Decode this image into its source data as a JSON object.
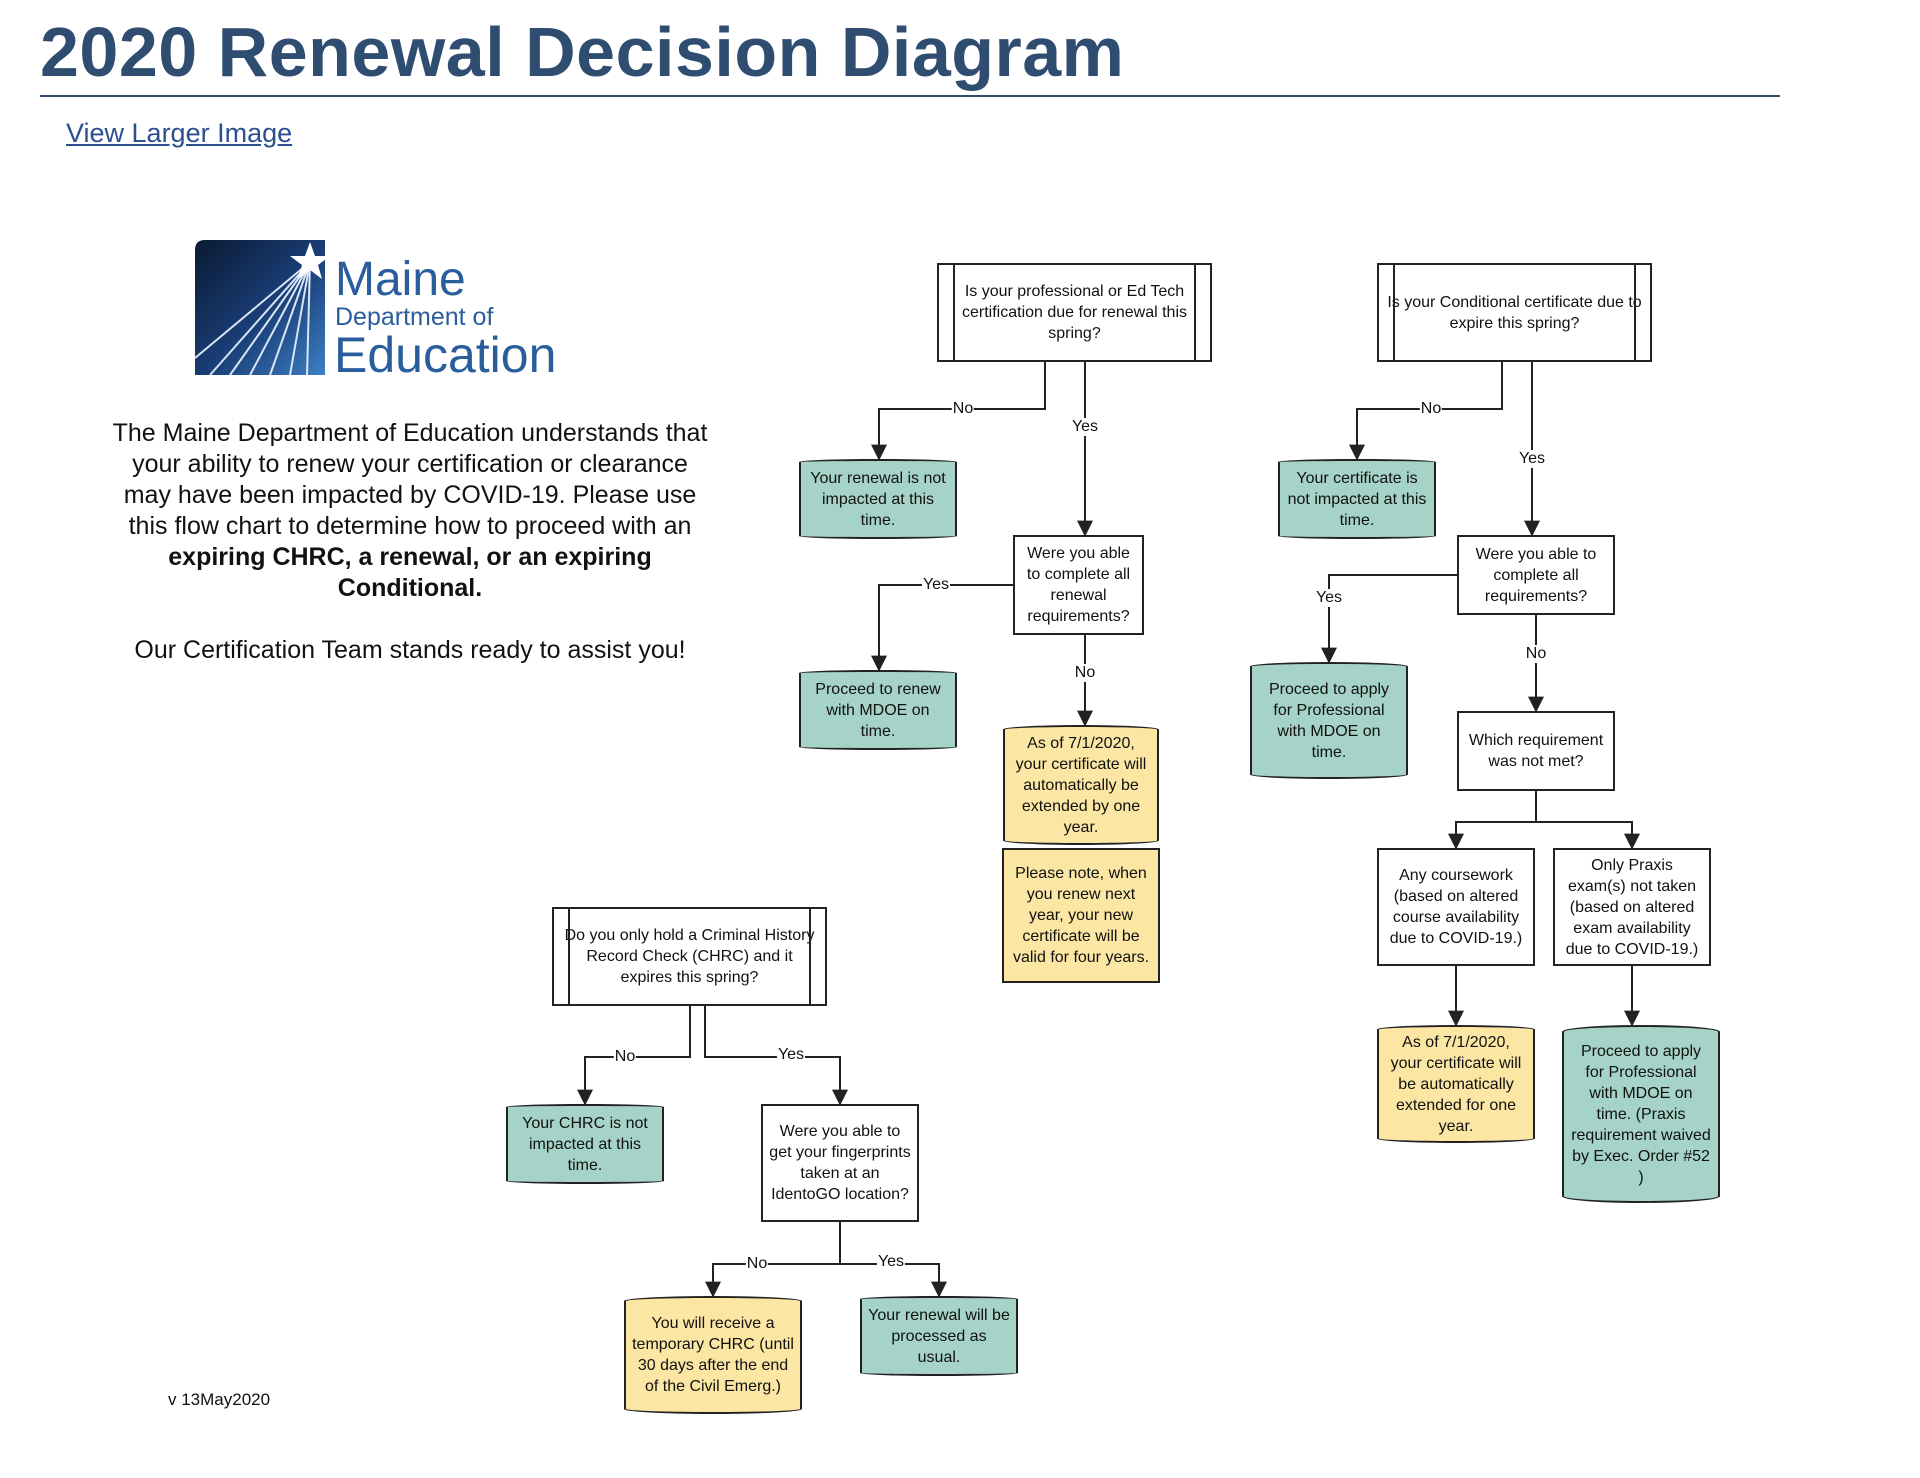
{
  "title": "2020 Renewal Decision Diagram",
  "link_label": "View Larger Image",
  "logo": {
    "line1": "Maine",
    "line2": "Department of",
    "line3": "Education"
  },
  "intro": {
    "p1": "The Maine Department of Education understands that your ability to renew your certification or clearance may have been impacted by COVID-19. Please use this flow chart to determine how to proceed with an",
    "p1_bold": "expiring CHRC, a renewal, or an expiring Conditional.",
    "p2": "Our Certification Team stands ready to assist you!"
  },
  "version": "v 13May2020",
  "colors": {
    "title": "#2f4d70",
    "teal": "#a6d3c7",
    "yellow": "#fbe6a4",
    "link": "#2b4f8f"
  },
  "nodes": {
    "q_prof": "Is your professional or Ed Tech certification due for renewal this spring?",
    "renew_not_impacted": "Your renewal is not impacted at this time.",
    "q_complete_renewal": "Were you able to complete all renewal requirements?",
    "proceed_renew": "Proceed to renew with MDOE on time.",
    "extended_one_year": "As of 7/1/2020, your certificate will automatically be extended by one year.",
    "note_four_years": "Please note, when you renew next year, your new certificate will be valid for four years.",
    "q_conditional": "Is your Conditional certificate due to expire this spring?",
    "cert_not_impacted": "Your certificate is not impacted at this time.",
    "q_complete_all": "Were you able to complete all requirements?",
    "proceed_professional": "Proceed to apply for Professional with MDOE on time.",
    "q_which_req": "Which requirement was not met?",
    "any_coursework": "Any coursework (based on altered course availability due to COVID-19.)",
    "only_praxis": "Only Praxis exam(s) not taken (based on altered exam availability due to COVID-19.)",
    "cond_extended": "As of 7/1/2020, your certificate will be automatically extended for one year.",
    "proceed_praxis_waived": "Proceed to apply for Professional with MDOE on time. (Praxis requirement waived by Exec. Order #52 )",
    "q_chrc": "Do you only hold a Criminal History Record Check (CHRC) and it expires this spring?",
    "chrc_not_impacted": "Your CHRC is not impacted at this time.",
    "q_fingerprints": "Were you able to get your fingerprints taken at an IdentoGO location?",
    "temp_chrc": "You will receive a temporary CHRC (until 30 days after the end of the Civil Emerg.)",
    "renewal_processed": "Your renewal will be processed as usual."
  },
  "edge_labels": {
    "yes": "Yes",
    "no": "No"
  }
}
